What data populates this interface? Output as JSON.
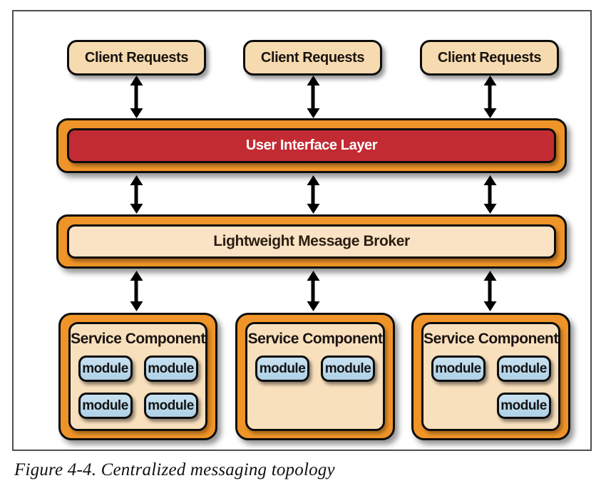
{
  "figure": {
    "caption": "Figure 4-4. Centralized messaging topology",
    "clients": [
      {
        "label": "Client Requests"
      },
      {
        "label": "Client Requests"
      },
      {
        "label": "Client Requests"
      }
    ],
    "ui_layer": {
      "label": "User Interface Layer"
    },
    "broker": {
      "label": "Lightweight Message Broker"
    },
    "service_components": [
      {
        "title": "Service Component",
        "modules": [
          "module",
          "module",
          "module",
          "module"
        ]
      },
      {
        "title": "Service Component",
        "modules": [
          "module",
          "module"
        ]
      },
      {
        "title": "Service Component",
        "modules": [
          "module",
          "module",
          "module"
        ]
      }
    ],
    "colors": {
      "orange": "#EF9428",
      "red": "#C32B33",
      "client_cream": "#F6DBB0",
      "panel_cream": "#FAE3C4",
      "module_blue": "#B3D4E8",
      "arrow_black": "#000000",
      "frame_gray": "#4f4f4f"
    }
  }
}
